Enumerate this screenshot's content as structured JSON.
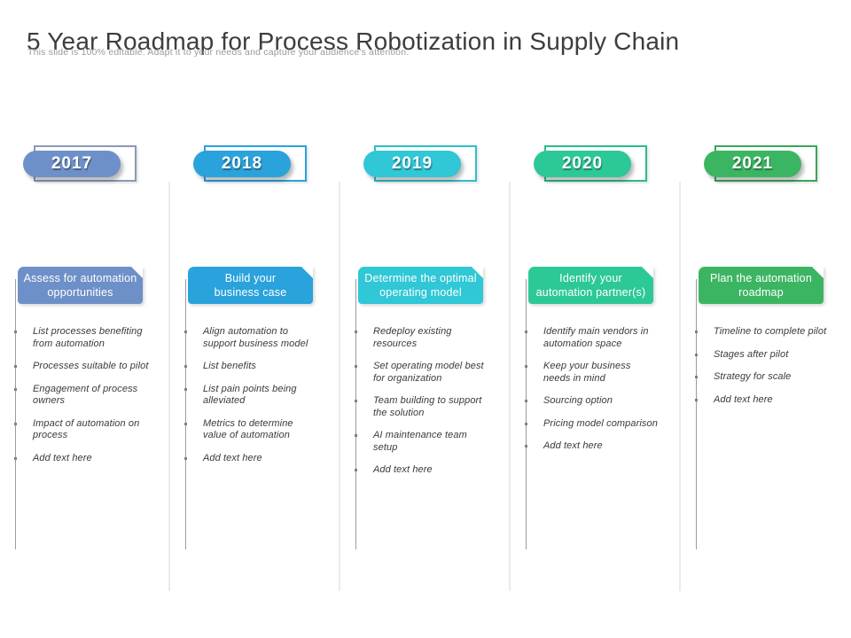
{
  "page": {
    "title": "5 Year Roadmap for Process Robotization in Supply Chain",
    "subtitle": "This slide is 100% editable. Adapt it to your needs and capture your audience's attention."
  },
  "colors": {
    "title_text": "#3d3d3d",
    "subtitle_text": "#9a9a9a",
    "bullet_text": "#3a3a3a",
    "guide_line": "#9c9c9c",
    "separator_line": "#ebebeb"
  },
  "columns": [
    {
      "year": "2017",
      "accent": "#6e90c8",
      "border_color": "#8a9ab4",
      "header_lines": [
        "Assess for automation",
        "opportunities"
      ],
      "bullets": [
        "List processes benefiting from automation",
        "Processes suitable to pilot",
        "Engagement of process owners",
        "Impact of automation on process",
        "Add text here"
      ]
    },
    {
      "year": "2018",
      "accent": "#2aa2dc",
      "border_color": "#2aa2dc",
      "header_lines": [
        "Build  your",
        "business  case"
      ],
      "bullets": [
        "Align automation to support business model",
        "List benefits",
        "List pain points being alleviated",
        "Metrics to determine value of automation",
        "Add text here"
      ]
    },
    {
      "year": "2019",
      "accent": "#30c7d6",
      "border_color": "#2fbecb",
      "header_lines": [
        "Determine the optimal",
        "operating model"
      ],
      "bullets": [
        "Redeploy existing resources",
        "Set operating model best for organization",
        "Team building to support the solution",
        "AI maintenance team setup",
        "Add text here"
      ]
    },
    {
      "year": "2020",
      "accent": "#2dc897",
      "border_color": "#2abb8c",
      "header_lines": [
        "Identify your",
        "automation partner(s)"
      ],
      "bullets": [
        "Identify main vendors in automation space",
        "Keep your business needs in mind",
        "Sourcing option",
        "Pricing model comparison",
        "Add text here"
      ]
    },
    {
      "year": "2021",
      "accent": "#3cb563",
      "border_color": "#37a75b",
      "header_lines": [
        "Plan the automation",
        "roadmap"
      ],
      "bullets": [
        "Timeline to complete pilot",
        "Stages after pilot",
        "Strategy for scale",
        "Add text here"
      ]
    }
  ]
}
